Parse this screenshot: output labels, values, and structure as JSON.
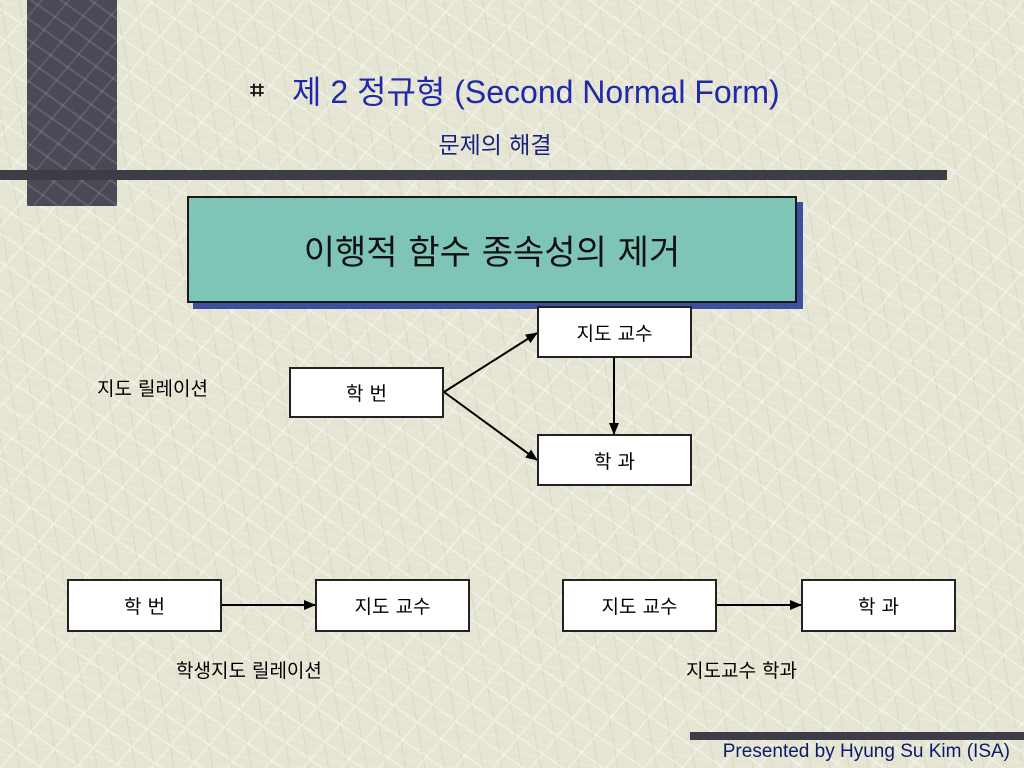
{
  "slide": {
    "title": "제 2 정규형 (Second Normal Form)",
    "subtitle": "문제의 해결",
    "bullet_icon": "hash-bullet-icon",
    "banner": "이행적 함수 종속성의 제거",
    "footer": "Presented by Hyung Su Kim (ISA)"
  },
  "top_diagram": {
    "relation_label": "지도 릴레이션",
    "nodes": {
      "student_id": "학  번",
      "advisor": "지도 교수",
      "department": "학  과"
    },
    "edges": [
      {
        "from": "student_id",
        "to": "advisor"
      },
      {
        "from": "student_id",
        "to": "department"
      },
      {
        "from": "advisor",
        "to": "department"
      }
    ]
  },
  "bottom_left": {
    "relation_label": "학생지도 릴레이션",
    "from": "학  번",
    "to": "지도 교수"
  },
  "bottom_right": {
    "relation_label": "지도교수 학과",
    "from": "지도 교수",
    "to": "학  과"
  },
  "colors": {
    "title": "#1f2aa8",
    "banner_fill": "#7ec4b7",
    "banner_shadow": "#3e4ea0",
    "dark_bars": "#3d3d48",
    "footer": "#0d1b6b"
  }
}
